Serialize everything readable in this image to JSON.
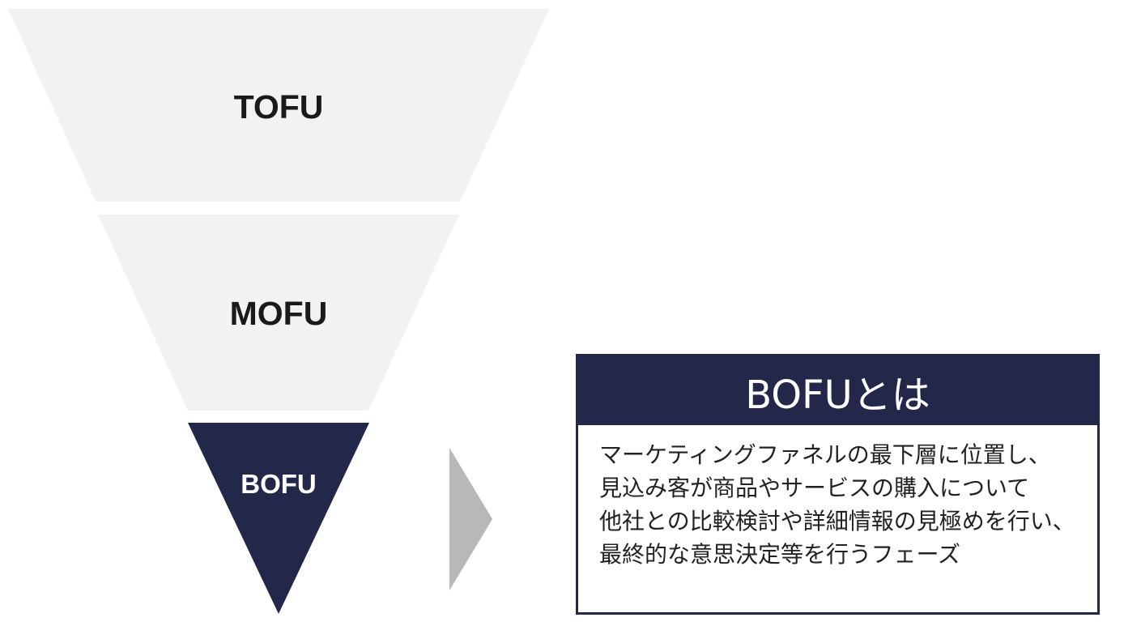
{
  "funnel": {
    "stages": [
      {
        "id": "tofu",
        "label": "TOFU",
        "fill": "#f2f2f2",
        "text_color": "#1a1a1a",
        "highlighted": false
      },
      {
        "id": "mofu",
        "label": "MOFU",
        "fill": "#f2f2f2",
        "text_color": "#1a1a1a",
        "highlighted": false
      },
      {
        "id": "bofu",
        "label": "BOFU",
        "fill": "#23284a",
        "text_color": "#ffffff",
        "highlighted": true
      }
    ],
    "arrow_color": "#b8b8ba"
  },
  "info": {
    "title": "BOFUとは",
    "header_color": "#23284a",
    "lines": [
      "マーケティングファネルの最下層に位置し、",
      "見込み客が商品やサービスの購入について",
      "他社との比較検討や詳細情報の見極めを行い、",
      "最終的な意思決定等を行うフェーズ"
    ]
  }
}
